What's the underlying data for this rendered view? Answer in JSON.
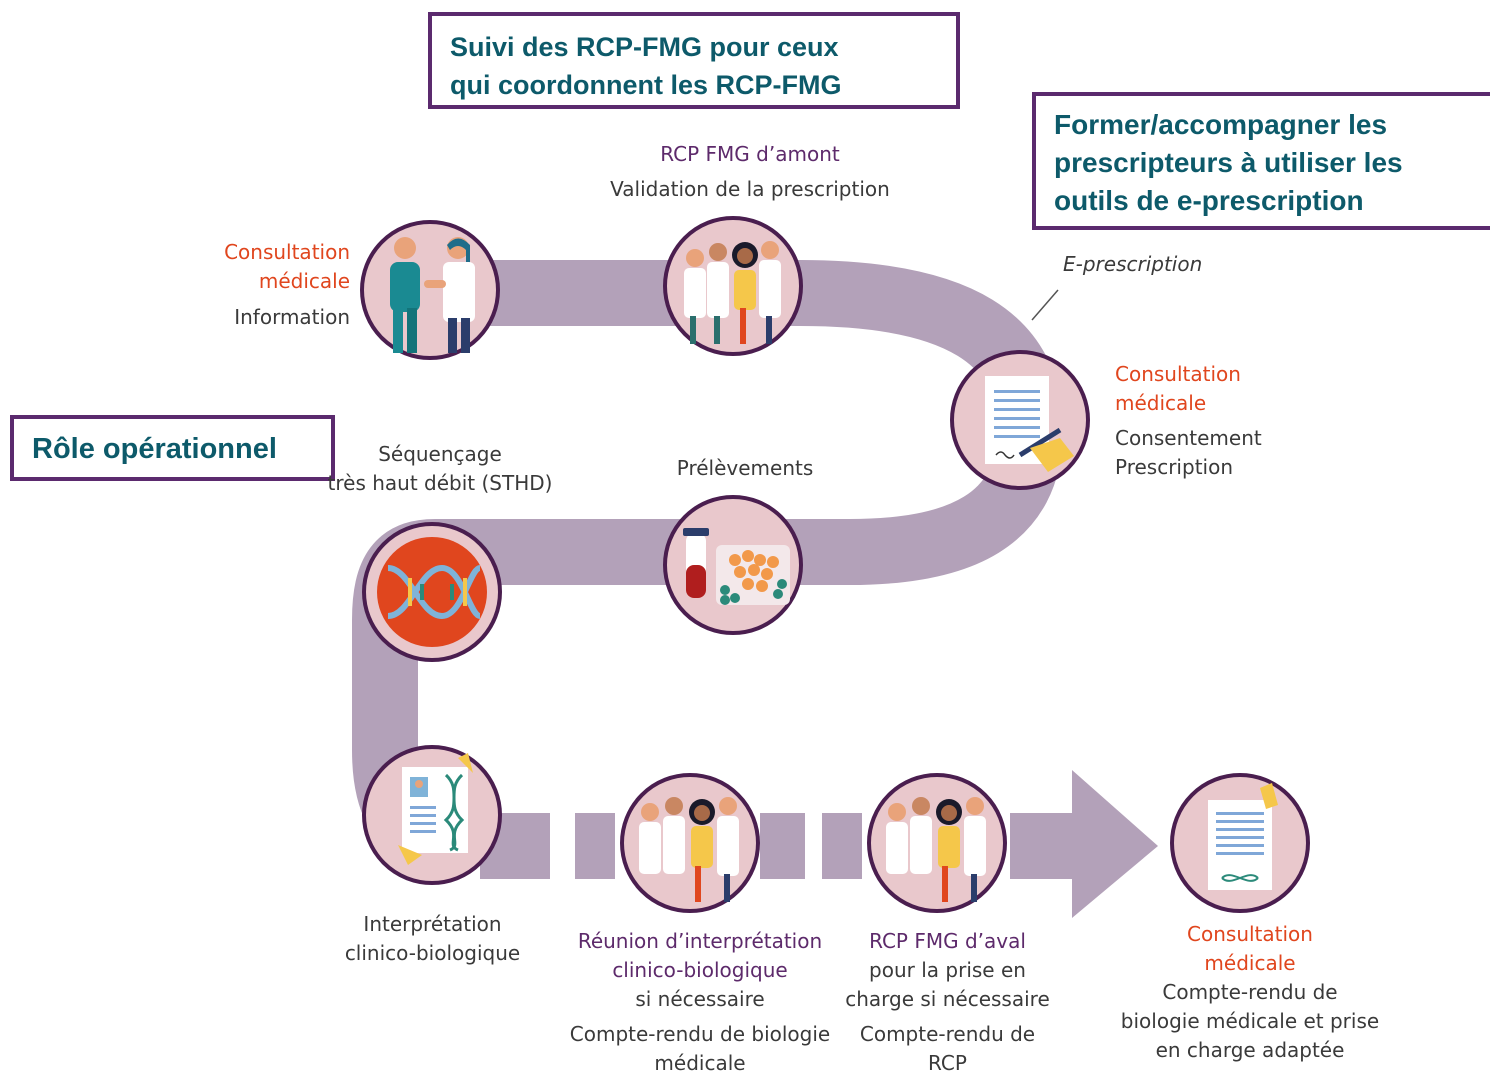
{
  "colors": {
    "path": "#b3a1b9",
    "circle_fill": "#e9c8cc",
    "circle_stroke": "#4a1e4f",
    "box_border": "#5b2a6e",
    "box_text": "#0d5a6a",
    "orange": "#e0461e",
    "purple": "#5d2a6b"
  },
  "boxes": {
    "suivi": {
      "line1": "Suivi des RCP-FMG pour ceux",
      "line2": "qui coordonnent les RCP-FMG"
    },
    "former": {
      "line1": "Former/accompagner les",
      "line2": "prescripteurs à utiliser les",
      "line3": "outils de e-prescription"
    },
    "role": {
      "word1": "Rôle",
      "word2": "opérationnel"
    }
  },
  "steps": {
    "consultation_information": {
      "title1": "Consultation",
      "title2": "médicale",
      "text1": "Information",
      "icon": "doctor-patient-icon"
    },
    "rcp_amont": {
      "title": "RCP FMG d’amont",
      "text1": "Validation de la prescription",
      "icon": "medical-team-icon"
    },
    "e_prescription": {
      "text": "E-prescription"
    },
    "consultation_consentement": {
      "title1": "Consultation",
      "title2": "médicale",
      "text1": "Consentement",
      "text2": "Prescription",
      "icon": "document-signing-icon"
    },
    "prelevements": {
      "text1": "Prélèvements",
      "icon": "blood-sample-icon"
    },
    "sequencage": {
      "text1": "Séquençage",
      "text2": "très haut débit (STHD)",
      "icon": "dna-sequencing-icon"
    },
    "interpretation": {
      "text1": "Interprétation",
      "text2": "clinico-biologique",
      "icon": "dna-report-icon"
    },
    "reunion": {
      "title1": "Réunion d’interprétation",
      "title2": "clinico-biologique",
      "text1": "si nécessaire",
      "text2": "Compte-rendu de biologie",
      "text3": "médicale",
      "icon": "medical-team-icon"
    },
    "rcp_aval": {
      "title": "RCP FMG d’aval",
      "text1": "pour la prise en",
      "text2": "charge si nécessaire",
      "text3": "Compte-rendu de",
      "text4": "RCP",
      "icon": "medical-team-icon"
    },
    "consultation_final": {
      "title1": "Consultation",
      "title2": "médicale",
      "text1": "Compte-rendu de",
      "text2": "biologie médicale et prise",
      "text3": "en charge adaptée",
      "icon": "report-document-icon"
    }
  }
}
